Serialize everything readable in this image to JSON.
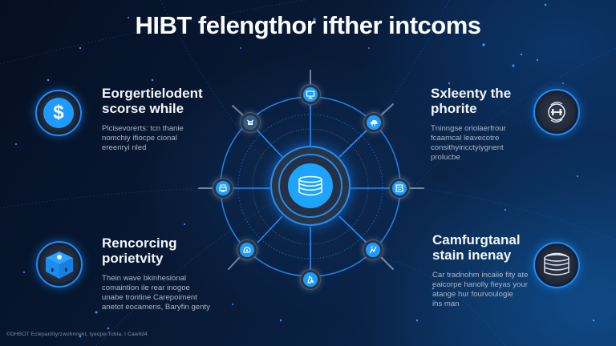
{
  "title": "HIBT felengthor ifther intcoms",
  "features": [
    {
      "heading_line1": "Eorgertielodent",
      "heading_line2": "scorse while",
      "body": [
        "Plcisevorerts: tcn thanie",
        "nomchiy ifiocpe cional",
        "ereenryi nled"
      ],
      "icon": "dollar-icon",
      "icon_glyph": "$"
    },
    {
      "heading_line1": "Sxleenty the",
      "heading_line2": "phorite",
      "body": [
        "Tninngse oriolaerfrour",
        "fcaamcal leavecotre",
        "consithyincctyiygnent",
        "prolucbe"
      ],
      "icon": "dumbbell-icon"
    },
    {
      "heading_line1": "Rencorcing",
      "heading_line2": "porietvity",
      "body": [
        "Thein wave bkinhesional",
        "comaintion ile rear inogoe",
        "unabe trontine Carepoiment",
        "anetot eocamens, Baryfin genty"
      ],
      "icon": "box-icon"
    },
    {
      "heading_line1": "Camfurgtanal",
      "heading_line2": "stain inenay",
      "body": [
        "Car tradnohm incaiie fity ate",
        "eaicorpe hanolly fieyas your",
        "atange hur fourvoulogie",
        "ihs man"
      ],
      "icon": "coin-stack-icon"
    }
  ],
  "hub": {
    "center_icon": "database-icon",
    "nodes": [
      {
        "name": "monitor-icon"
      },
      {
        "name": "cloud-icon"
      },
      {
        "name": "server-icon"
      },
      {
        "name": "chart-icon"
      },
      {
        "name": "document-icon"
      },
      {
        "name": "gear-icon"
      },
      {
        "name": "printer-icon"
      },
      {
        "name": "robot-icon"
      }
    ]
  },
  "footer": "©DHBOT Eclepanlityrzwohnnekt, tyeoperTobla, I Cawltd4",
  "colors": {
    "accent": "#1d8fff",
    "icon_fill": "#1c9cff",
    "background_dark": "#050f22",
    "background_light": "#0f4a86"
  }
}
